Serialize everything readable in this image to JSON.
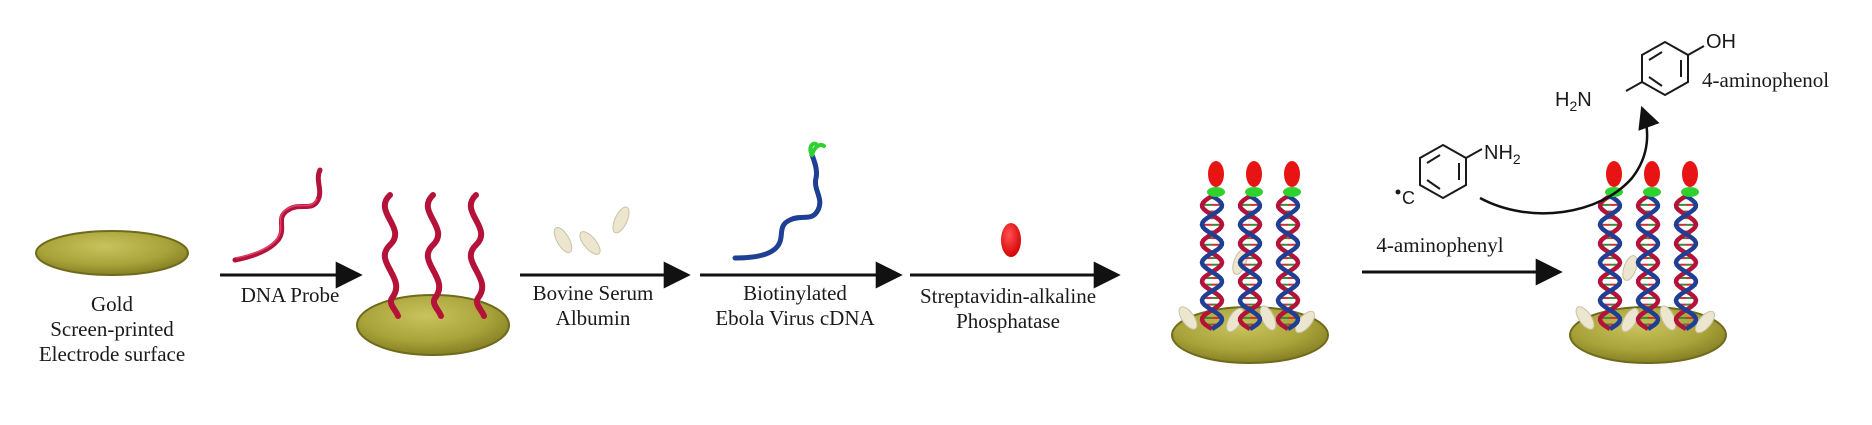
{
  "colors": {
    "electrode": "#a9a33a",
    "electrode_edge": "#6f6a1c",
    "probe": "#b5123a",
    "target": "#1f3f94",
    "biotin": "#2fd12f",
    "enzyme": "#e81414",
    "bsa": "#ece6cf",
    "arrow": "#111111"
  },
  "labels": {
    "gold": [
      "Gold",
      "Screen-printed",
      "Electrode surface"
    ],
    "dna_probe": "DNA Probe",
    "bsa": [
      "Bovine Serum",
      "Albumin"
    ],
    "cdna": [
      "Biotinylated",
      "Ebola Virus cDNA"
    ],
    "streptavidin": [
      "Streptavidin-alkaline",
      "Phosphatase"
    ],
    "aminophenyl": "4-aminophenyl",
    "aminophenol": "4-aminophenol",
    "oh": "OH",
    "h2n_h": "H",
    "h2n_sub": "2",
    "h2n_n": "N",
    "nh2_n": "NH",
    "nh2_sub": "2",
    "radical_c": "C"
  }
}
